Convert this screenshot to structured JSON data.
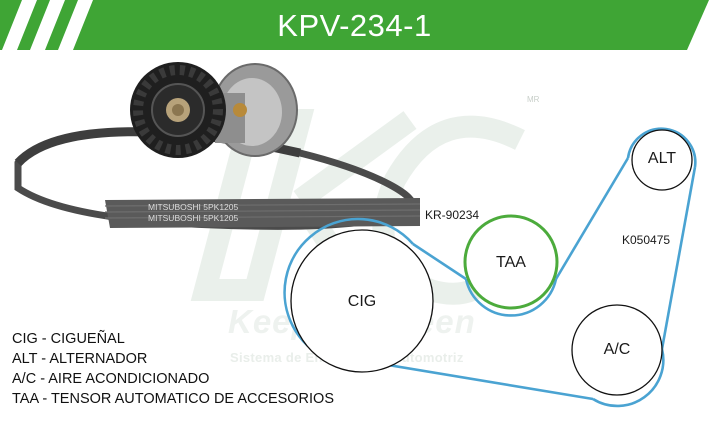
{
  "header": {
    "title": "KPV-234-1",
    "accent_color": "#3fa535"
  },
  "watermark": {
    "brand": "Keep on Green",
    "tagline": "Sistema de Enfriamiento Automotriz",
    "trademark": "MR"
  },
  "photo": {
    "belt_print_1": "MITSUBOSHI  5PK1205",
    "belt_print_2": "MITSUBOSHI  5PK1205"
  },
  "diagram": {
    "pulleys": {
      "alt": "ALT",
      "taa": "TAA",
      "cig": "CIG",
      "ac": "A/C"
    },
    "part_numbers": {
      "tensioner": "KR-90234",
      "belt": "K050475"
    },
    "colors": {
      "belt": "#4aa3d2",
      "tensioner": "#4cab3c",
      "pulley": "#111111"
    }
  },
  "legend": [
    "CIG - CIGUEÑAL",
    "ALT - ALTERNADOR",
    "A/C - AIRE ACONDICIONADO",
    "TAA - TENSOR AUTOMATICO DE ACCESORIOS"
  ]
}
